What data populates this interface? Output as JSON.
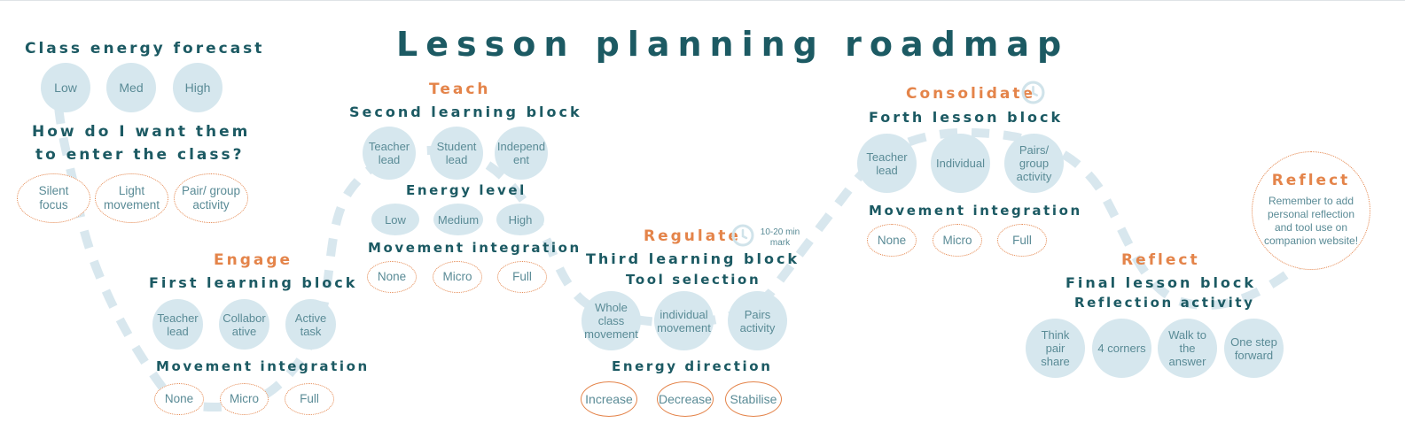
{
  "title": "Lesson planning roadmap",
  "forecast": {
    "heading": "Class energy forecast",
    "levels": [
      "Low",
      "Med",
      "High"
    ],
    "enter_heading_1": "How do I want them",
    "enter_heading_2": "to enter the class?",
    "enter_options": [
      "Silent focus",
      "Light movement",
      "Pair/ group activity"
    ]
  },
  "engage": {
    "label": "Engage",
    "heading": "First learning block",
    "options": [
      "Teacher lead",
      "Collabor ative",
      "Active task"
    ],
    "movement_heading": "Movement integration",
    "movement": [
      "None",
      "Micro",
      "Full"
    ]
  },
  "teach": {
    "label": "Teach",
    "heading": "Second learning block",
    "options": [
      "Teacher lead",
      "Student lead",
      "Independ ent"
    ],
    "energy_heading": "Energy level",
    "energy": [
      "Low",
      "Medium",
      "High"
    ],
    "movement_heading": "Movement integration",
    "movement": [
      "None",
      "Micro",
      "Full"
    ]
  },
  "regulate": {
    "label": "Regulate",
    "time_note": "10-20 min mark",
    "heading": "Third learning block",
    "subheading": "Tool selection",
    "options": [
      "Whole class movement",
      "individual movement",
      "Pairs activity"
    ],
    "energy_heading": "Energy direction",
    "energy": [
      "Increase",
      "Decrease",
      "Stabilise"
    ]
  },
  "consolidate": {
    "label": "Consolidate",
    "heading": "Forth lesson block",
    "options": [
      "Teacher lead",
      "Individual",
      "Pairs/ group activity"
    ],
    "movement_heading": "Movement integration",
    "movement": [
      "None",
      "Micro",
      "Full"
    ]
  },
  "reflect": {
    "label": "Reflect",
    "heading": "Final lesson block",
    "subheading": "Reflection activity",
    "options": [
      "Think pair share",
      "4 corners",
      "Walk to the answer",
      "One step forward"
    ],
    "bubble_title": "Reflect",
    "bubble_text": "Remember to add personal reflection and tool use on companion website!"
  },
  "colors": {
    "teal": "#1c5a63",
    "orange": "#e4844a",
    "bubble": "#d6e7ee",
    "path": "#d8e7ee"
  },
  "icons": [
    "clock-icon"
  ]
}
